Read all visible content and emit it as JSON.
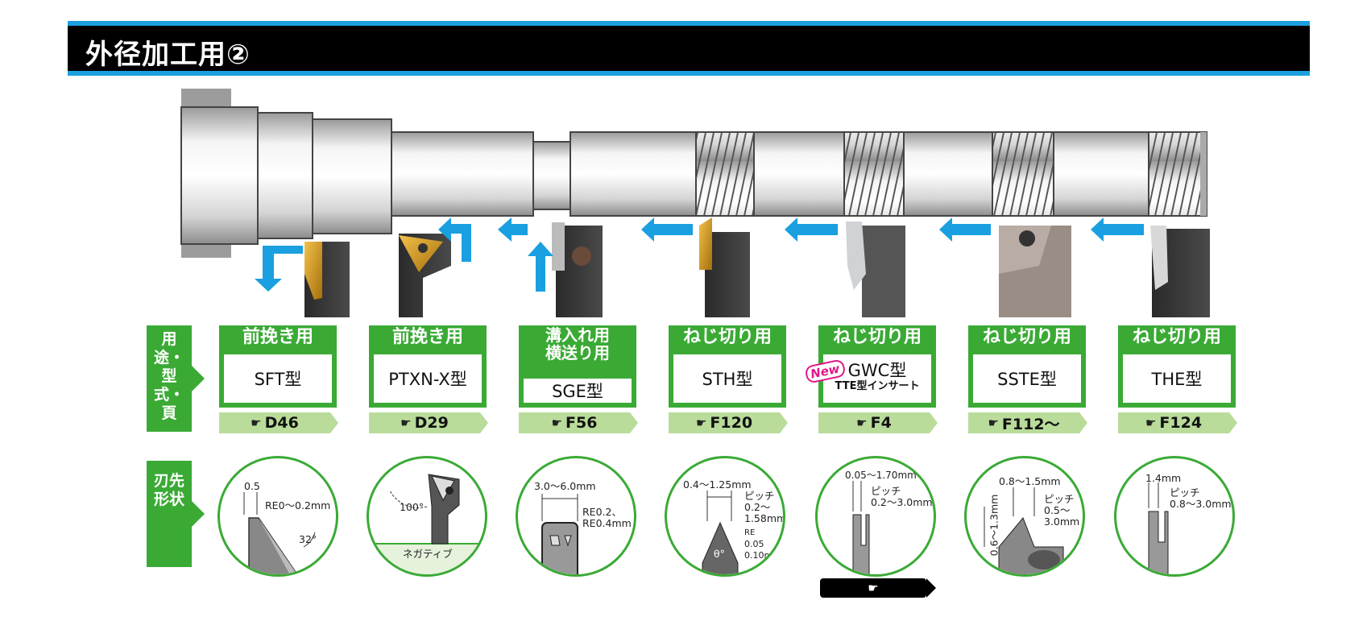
{
  "title": "外径加工用②",
  "side_labels": {
    "usage": "用途・型式・頁",
    "edge": "刃先形状"
  },
  "colors": {
    "green": "#3aaa35",
    "light_green": "#b9dc9a",
    "blue": "#1aa0e0",
    "black": "#000000"
  },
  "tools": [
    {
      "use": "前挽き用",
      "model": "SFT型",
      "page": "D46"
    },
    {
      "use": "前挽き用",
      "model": "PTXN-X型",
      "page": "D29"
    },
    {
      "use": "溝入れ用横送り用",
      "use_l1": "溝入れ用",
      "use_l2": "横送り用",
      "model": "SGE型",
      "page": "F56"
    },
    {
      "use": "ねじ切り用",
      "model": "STH型",
      "page": "F120"
    },
    {
      "use": "ねじ切り用",
      "model": "GWC型",
      "sub": "TTE型インサート",
      "badge": "New",
      "page": "F4"
    },
    {
      "use": "ねじ切り用",
      "model": "SSTE型",
      "page": "F112〜"
    },
    {
      "use": "ねじ切り用",
      "model": "THE型",
      "page": "F124"
    }
  ],
  "edge_labels": {
    "sft": {
      "w": "0.5",
      "re": "RE0〜0.2mm",
      "angle": "32°"
    },
    "ptxn": {
      "angle": "100°",
      "note": "ネガティブ"
    },
    "sge": {
      "w": "3.0〜6.0mm",
      "re1": "RE0.2、",
      "re2": "RE0.4mm"
    },
    "sth": {
      "w": "0.4〜1.25mm",
      "p": "ピッチ",
      "p1": "0.2〜",
      "p2": "1.58mm",
      "re": "RE",
      "re1": "0.05",
      "re2": "0.10mm",
      "theta": "θ°"
    },
    "gwc": {
      "w": "0.05〜1.70mm",
      "p": "ピッチ",
      "p1": "0.2〜3.0mm"
    },
    "sste": {
      "w": "0.8〜1.5mm",
      "h": "0.6〜1.3mm",
      "p": "ピッチ",
      "p1": "0.5〜",
      "p2": "3.0mm"
    },
    "the": {
      "w": "1.4mm",
      "p": "ピッチ",
      "p1": "0.8〜3.0mm"
    }
  }
}
